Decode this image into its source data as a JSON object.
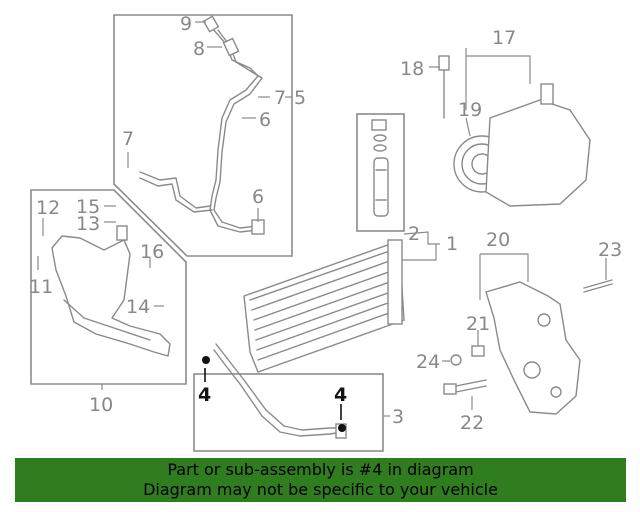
{
  "callouts": {
    "c1": "1",
    "c2": "2",
    "c3": "3",
    "c4a": "4",
    "c4b": "4",
    "c5": "5",
    "c6a": "6",
    "c6b": "6",
    "c7a": "7",
    "c7b": "7",
    "c8": "8",
    "c9": "9",
    "c10": "10",
    "c11": "11",
    "c12": "12",
    "c13": "13",
    "c14": "14",
    "c15": "15",
    "c16": "16",
    "c17": "17",
    "c18": "18",
    "c19": "19",
    "c20": "20",
    "c21": "21",
    "c22": "22",
    "c23": "23",
    "c24": "24"
  },
  "colors": {
    "banner_bg": "#2f7d1f",
    "line": "#8a8a8a",
    "highlight": "#111111"
  },
  "banner": {
    "line1": "Part or sub-assembly is #4 in diagram",
    "line2": "Diagram may not be specific to your vehicle"
  }
}
